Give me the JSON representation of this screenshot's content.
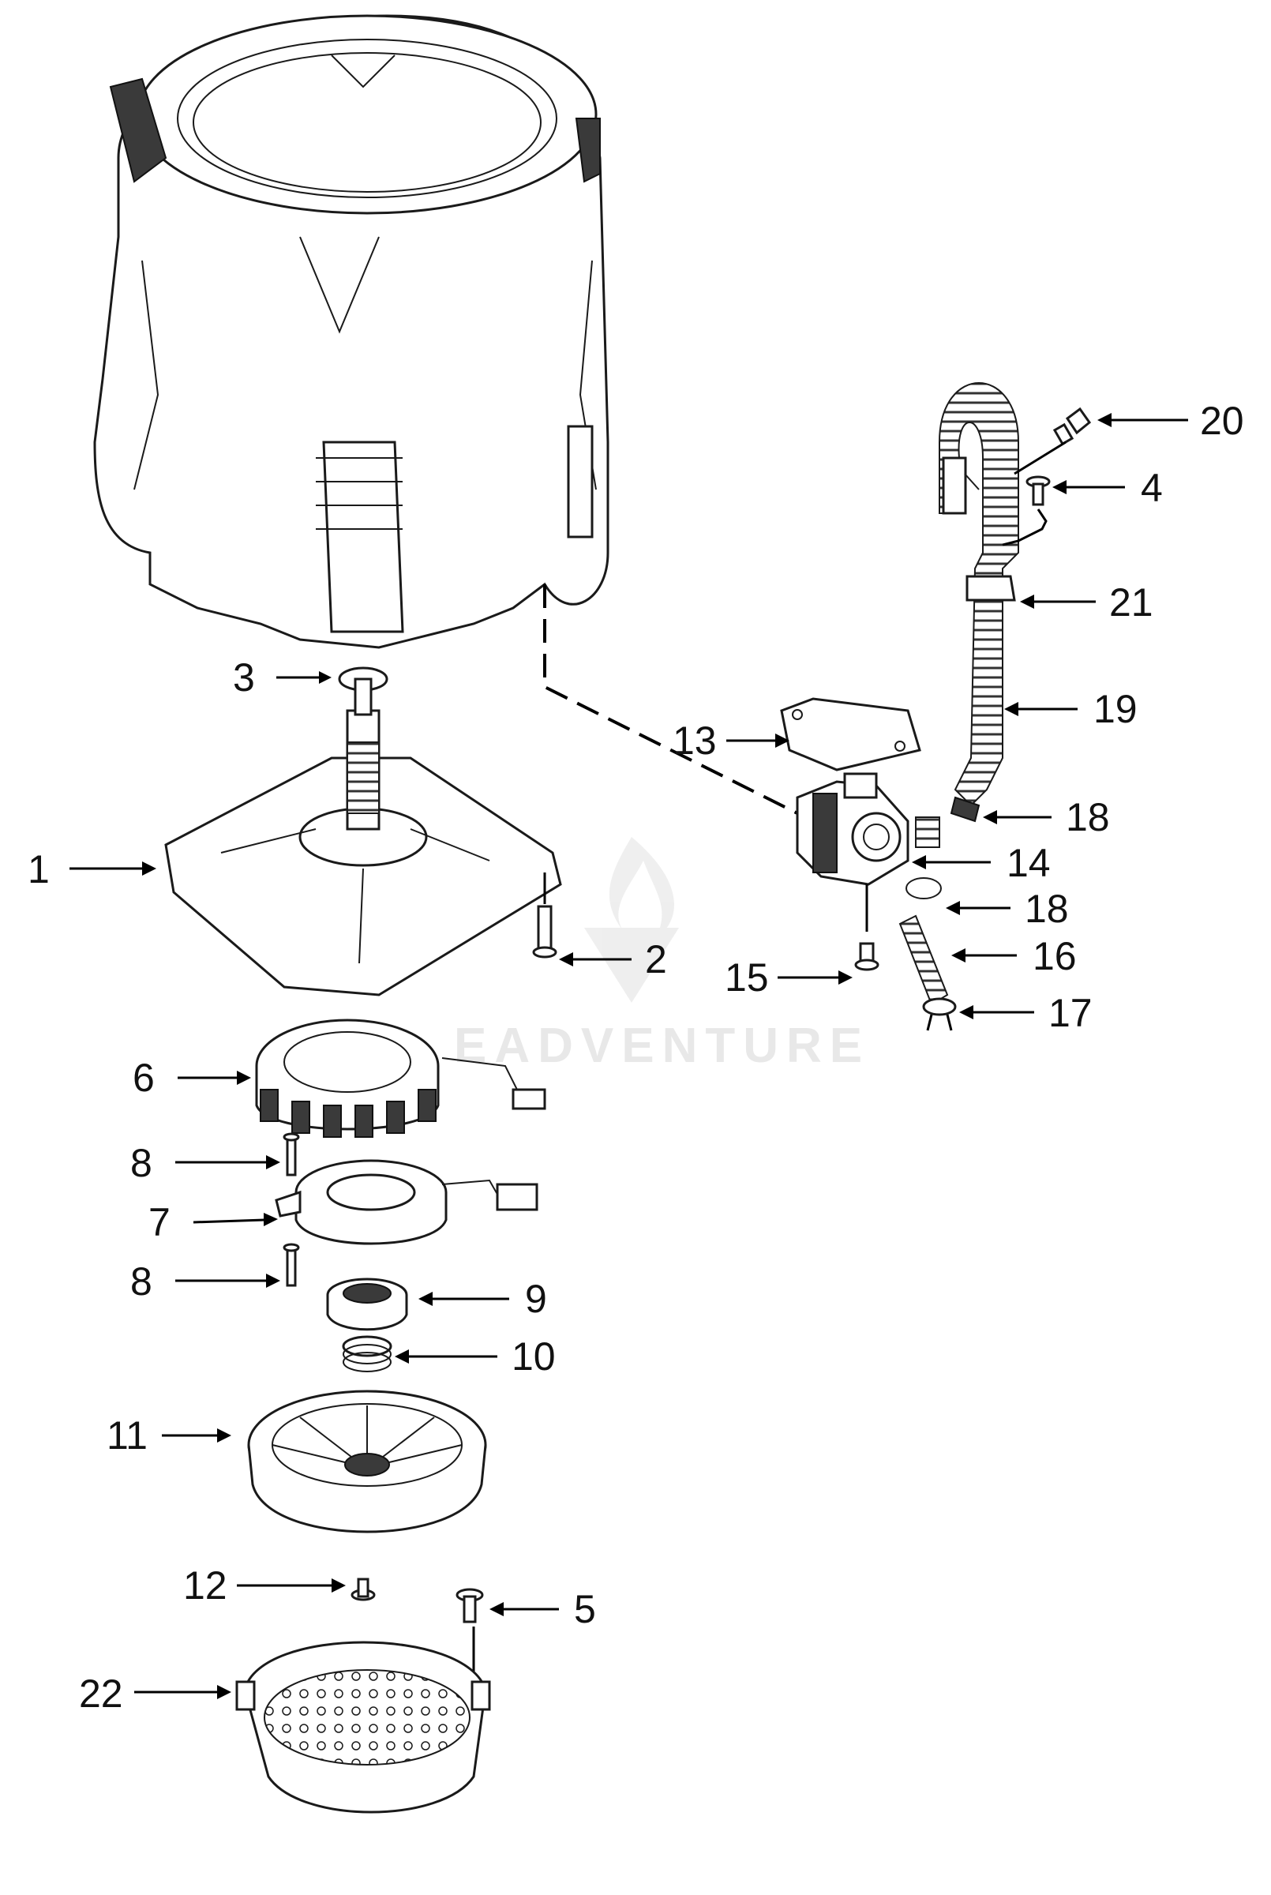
{
  "watermark": {
    "text": "EADVENTURE"
  },
  "callouts": [
    {
      "id": "c3",
      "label": "3"
    },
    {
      "id": "c1",
      "label": "1"
    },
    {
      "id": "c2",
      "label": "2"
    },
    {
      "id": "c6",
      "label": "6"
    },
    {
      "id": "c8a",
      "label": "8"
    },
    {
      "id": "c7",
      "label": "7"
    },
    {
      "id": "c8b",
      "label": "8"
    },
    {
      "id": "c9",
      "label": "9"
    },
    {
      "id": "c10",
      "label": "10"
    },
    {
      "id": "c11",
      "label": "11"
    },
    {
      "id": "c12",
      "label": "12"
    },
    {
      "id": "c5",
      "label": "5"
    },
    {
      "id": "c22",
      "label": "22"
    },
    {
      "id": "c20",
      "label": "20"
    },
    {
      "id": "c4",
      "label": "4"
    },
    {
      "id": "c21",
      "label": "21"
    },
    {
      "id": "c19",
      "label": "19"
    },
    {
      "id": "c13",
      "label": "13"
    },
    {
      "id": "c18a",
      "label": "18"
    },
    {
      "id": "c14",
      "label": "14"
    },
    {
      "id": "c18b",
      "label": "18"
    },
    {
      "id": "c16",
      "label": "16"
    },
    {
      "id": "c15",
      "label": "15"
    },
    {
      "id": "c17",
      "label": "17"
    }
  ]
}
